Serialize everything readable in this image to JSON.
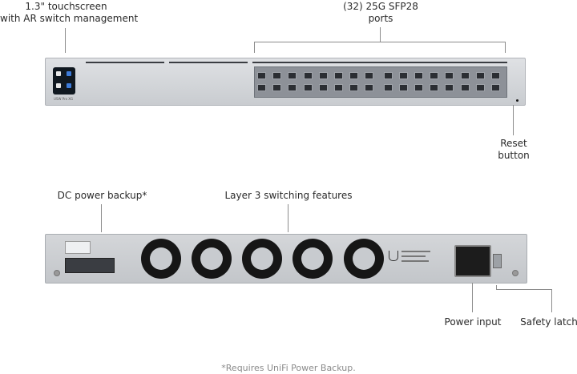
{
  "labels": {
    "touchscreen": [
      "1.3\" touchscreen",
      "with AR switch management"
    ],
    "sfp_ports": [
      "(32) 25G SFP28",
      "ports"
    ],
    "reset": [
      "Reset",
      "button"
    ],
    "dc_backup": "DC power backup*",
    "layer3": "Layer 3 switching features",
    "power_input": "Power input",
    "safety_latch": "Safety latch"
  },
  "footnote": "*Requires UniFi Power Backup.",
  "front_panel": {
    "model_text": "USW Pro XG"
  },
  "colors": {
    "panel": "#d3d6d9",
    "ports": "#2b2e33",
    "screen": "#101820"
  }
}
